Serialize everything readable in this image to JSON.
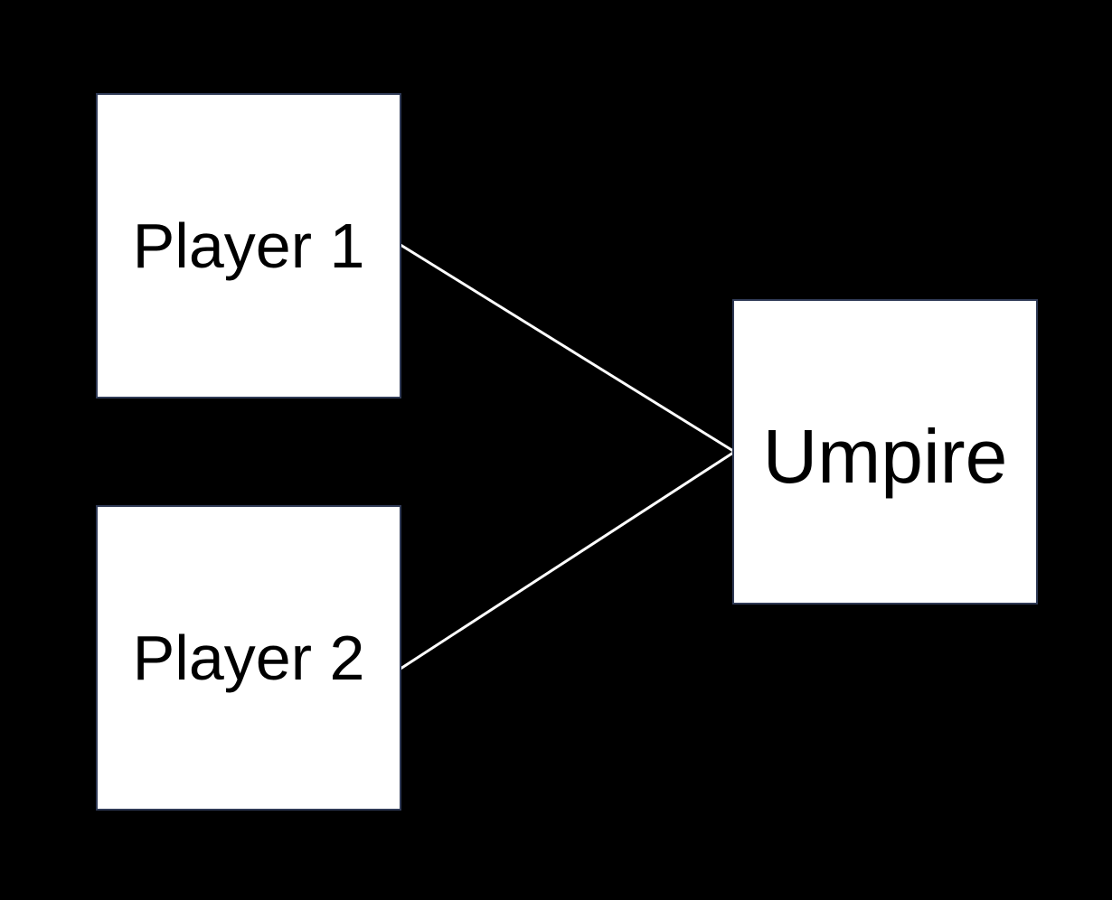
{
  "diagram": {
    "nodes": {
      "player1": {
        "label": "Player 1"
      },
      "player2": {
        "label": "Player 2"
      },
      "umpire": {
        "label": "Umpire"
      }
    },
    "edges": [
      {
        "from": "player1",
        "to": "umpire"
      },
      {
        "from": "player2",
        "to": "umpire"
      }
    ]
  },
  "colors": {
    "background": "#000000",
    "box_fill": "#ffffff",
    "box_border": "#2f3a56",
    "connector": "#ffffff",
    "text": "#000000"
  }
}
